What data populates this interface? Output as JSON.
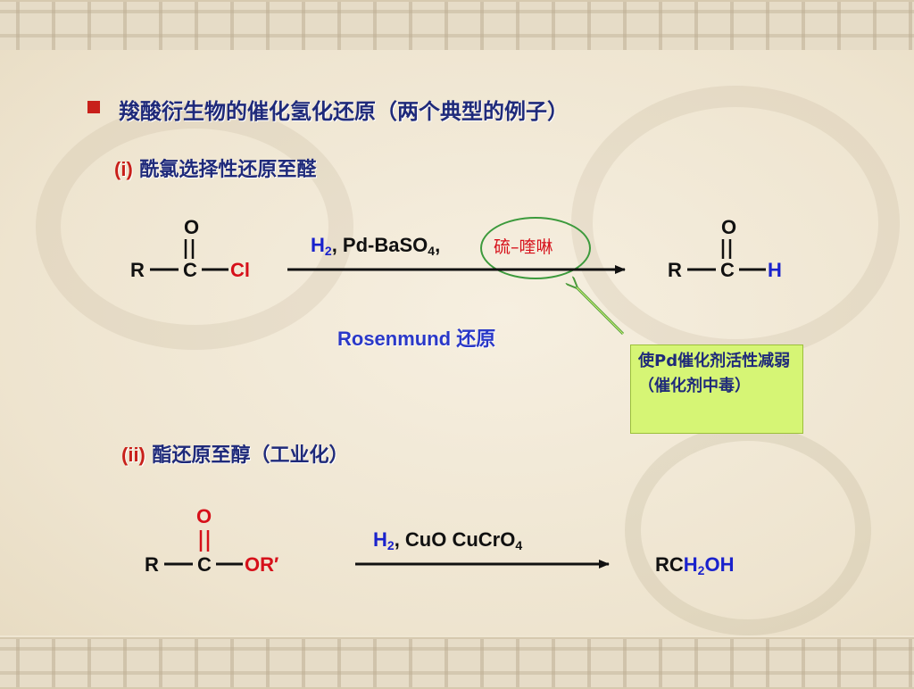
{
  "title": "羧酸衍生物的催化氢化还原（两个典型的例子）",
  "section_i": {
    "num": "(i)",
    "text": " 酰氯选择性还原至醛"
  },
  "section_ii": {
    "num": "(ii)",
    "text": " 酯还原至醇（工业化）"
  },
  "reaction1": {
    "R": "R",
    "C": "C",
    "O": "O",
    "Cl": "Cl",
    "product_R": "R",
    "product_C": "C",
    "product_O": "O",
    "product_H": "H",
    "reagent_H": "H",
    "reagent_H_sub": "2",
    "reagent_rest": ", Pd-BaSO",
    "reagent_sub4": "4",
    "reagent_comma": ",",
    "poison": "硫–喹啉",
    "name_label": "Rosenmund 还原",
    "note": "使Pd催化剂活性减弱（催化剂中毒）"
  },
  "reaction2": {
    "R": "R",
    "C": "C",
    "O": "O",
    "OR": "OR′",
    "reagent_H": "H",
    "reagent_H_sub": "2",
    "reagent_rest": ", CuO  CuCrO",
    "reagent_sub4": "4",
    "product_RC": "RC",
    "product_H": "H",
    "product_sub2": "2",
    "product_OH": "OH"
  },
  "colors": {
    "title": "#1f2a7a",
    "red": "#d6101a",
    "blue": "#1a22cc",
    "note_bg": "#d6f575",
    "bullet": "#c8201a"
  }
}
